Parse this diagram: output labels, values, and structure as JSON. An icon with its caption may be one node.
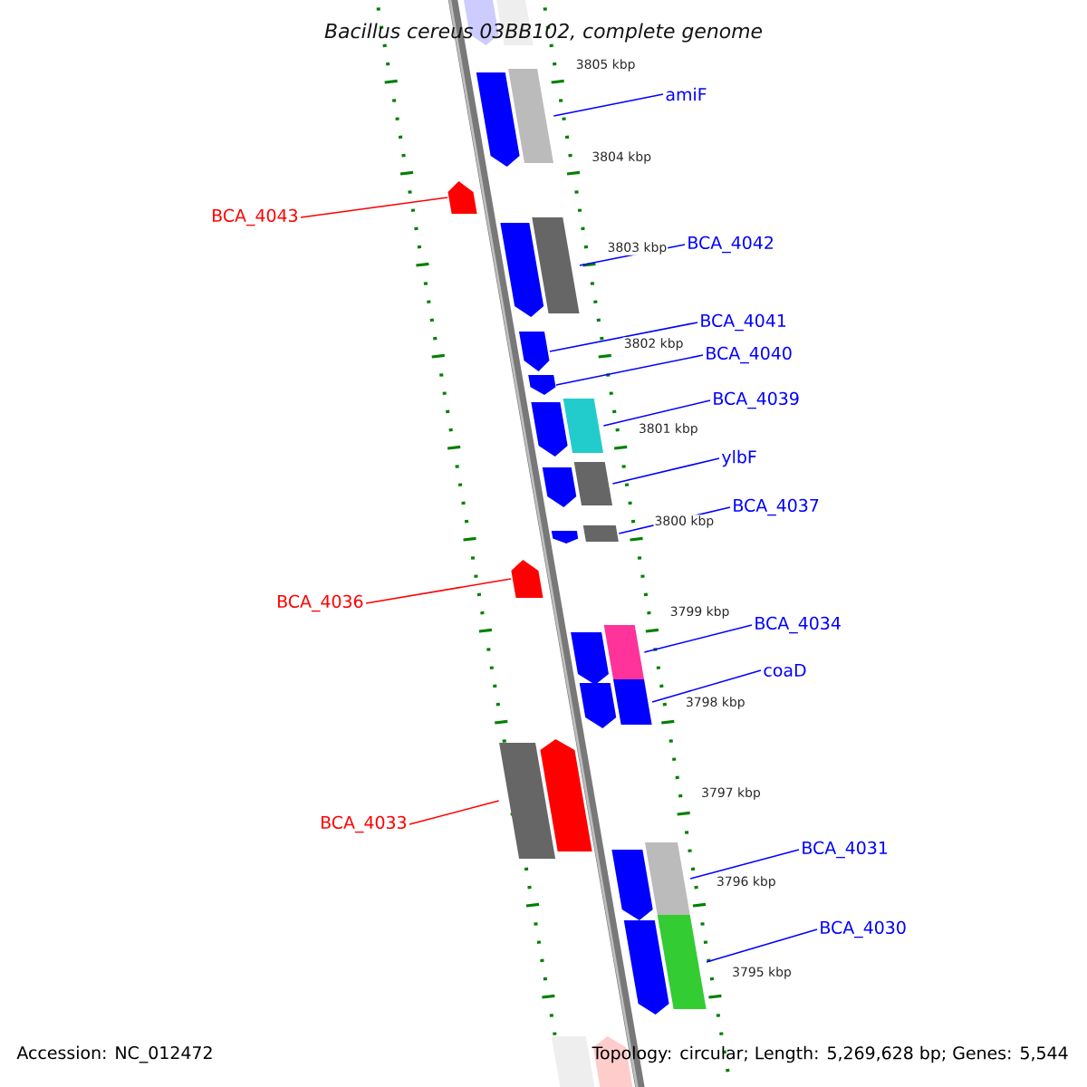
{
  "diagram": {
    "title": "Bacillus cereus 03BB102, complete genome",
    "nodes": [
      {
        "text": [
          "amiF"
        ]
      },
      {
        "text": [
          "BCA_4043"
        ]
      },
      {
        "text": [
          "BCA_4042"
        ]
      },
      {
        "text": [
          "BCA_4041"
        ]
      },
      {
        "text": [
          "BCA_4040"
        ]
      },
      {
        "text": [
          "BCA_4039"
        ]
      },
      {
        "text": [
          "ylbF"
        ]
      },
      {
        "text": [
          "BCA_4037"
        ]
      },
      {
        "text": [
          "BCA_4036"
        ]
      },
      {
        "text": [
          "BCA_4034"
        ]
      },
      {
        "text": [
          "coaD"
        ]
      },
      {
        "text": [
          "BCA_4033"
        ]
      },
      {
        "text": [
          "BCA_4031"
        ]
      },
      {
        "text": [
          "BCA_4030"
        ]
      },
      {
        "text": [],
        "shape": "pentagon"
      },
      {
        "text": [],
        "shape": "box"
      },
      {
        "text": [],
        "shape": "pentagon"
      },
      {
        "text": [],
        "shape": "box"
      },
      {
        "text": [],
        "shape": "pentagon"
      },
      {
        "text": [],
        "shape": "pentagon"
      },
      {
        "text": [],
        "shape": "box"
      },
      {
        "text": [],
        "shape": "pentagon"
      },
      {
        "text": [],
        "shape": "pentagon"
      },
      {
        "text": [],
        "shape": "pentagon"
      },
      {
        "text": [],
        "shape": "box"
      },
      {
        "text": [],
        "shape": "pentagon"
      },
      {
        "text": [],
        "shape": "box"
      },
      {
        "text": [],
        "shape": "pentagon"
      },
      {
        "text": [],
        "shape": "box"
      },
      {
        "text": [],
        "shape": "pentagon"
      },
      {
        "text": [],
        "shape": "pentagon"
      },
      {
        "text": [],
        "shape": "box"
      },
      {
        "text": [],
        "shape": "pentagon"
      },
      {
        "text": [],
        "shape": "box"
      },
      {
        "text": [],
        "shape": "box"
      },
      {
        "text": [],
        "shape": "pentagon"
      },
      {
        "text": [],
        "shape": "pentagon"
      },
      {
        "text": [],
        "shape": "box"
      },
      {
        "text": [],
        "shape": "pentagon"
      },
      {
        "text": [],
        "shape": "box"
      },
      {
        "text": [],
        "shape": "pentagon"
      },
      {
        "text": [],
        "shape": "box"
      }
    ],
    "edges": [
      {
        "from": 0,
        "to": 17,
        "arrow": "none"
      },
      {
        "from": 1,
        "to": 18,
        "arrow": "none",
        "color": "#ff0000"
      },
      {
        "from": 2,
        "to": 20,
        "arrow": "none"
      },
      {
        "from": 3,
        "to": 21,
        "arrow": "none"
      },
      {
        "from": 4,
        "to": 22,
        "arrow": "none"
      },
      {
        "from": 5,
        "to": 24,
        "arrow": "none"
      },
      {
        "from": 6,
        "to": 26,
        "arrow": "none"
      },
      {
        "from": 7,
        "to": 28,
        "arrow": "none"
      },
      {
        "from": 8,
        "to": 29,
        "arrow": "none",
        "color": "#ff0000"
      },
      {
        "from": 9,
        "to": 31,
        "arrow": "none"
      },
      {
        "from": 10,
        "to": 33,
        "arrow": "none"
      },
      {
        "from": 11,
        "to": 34,
        "arrow": "none",
        "color": "#ff0000"
      },
      {
        "from": 12,
        "to": 37,
        "arrow": "none"
      },
      {
        "from": 13,
        "to": 39,
        "arrow": "none"
      }
    ],
    "labels": [
      "3805 kbp",
      "3804 kbp",
      "3803 kbp",
      "3802 kbp",
      "3801 kbp",
      "3800 kbp",
      "3799 kbp",
      "3798 kbp",
      "3797 kbp",
      "3796 kbp",
      "3795 kbp",
      "Accession: NC_012472",
      "Topology: circular; Length: 5,269,628 bp; Genes: 5,544"
    ]
  }
}
